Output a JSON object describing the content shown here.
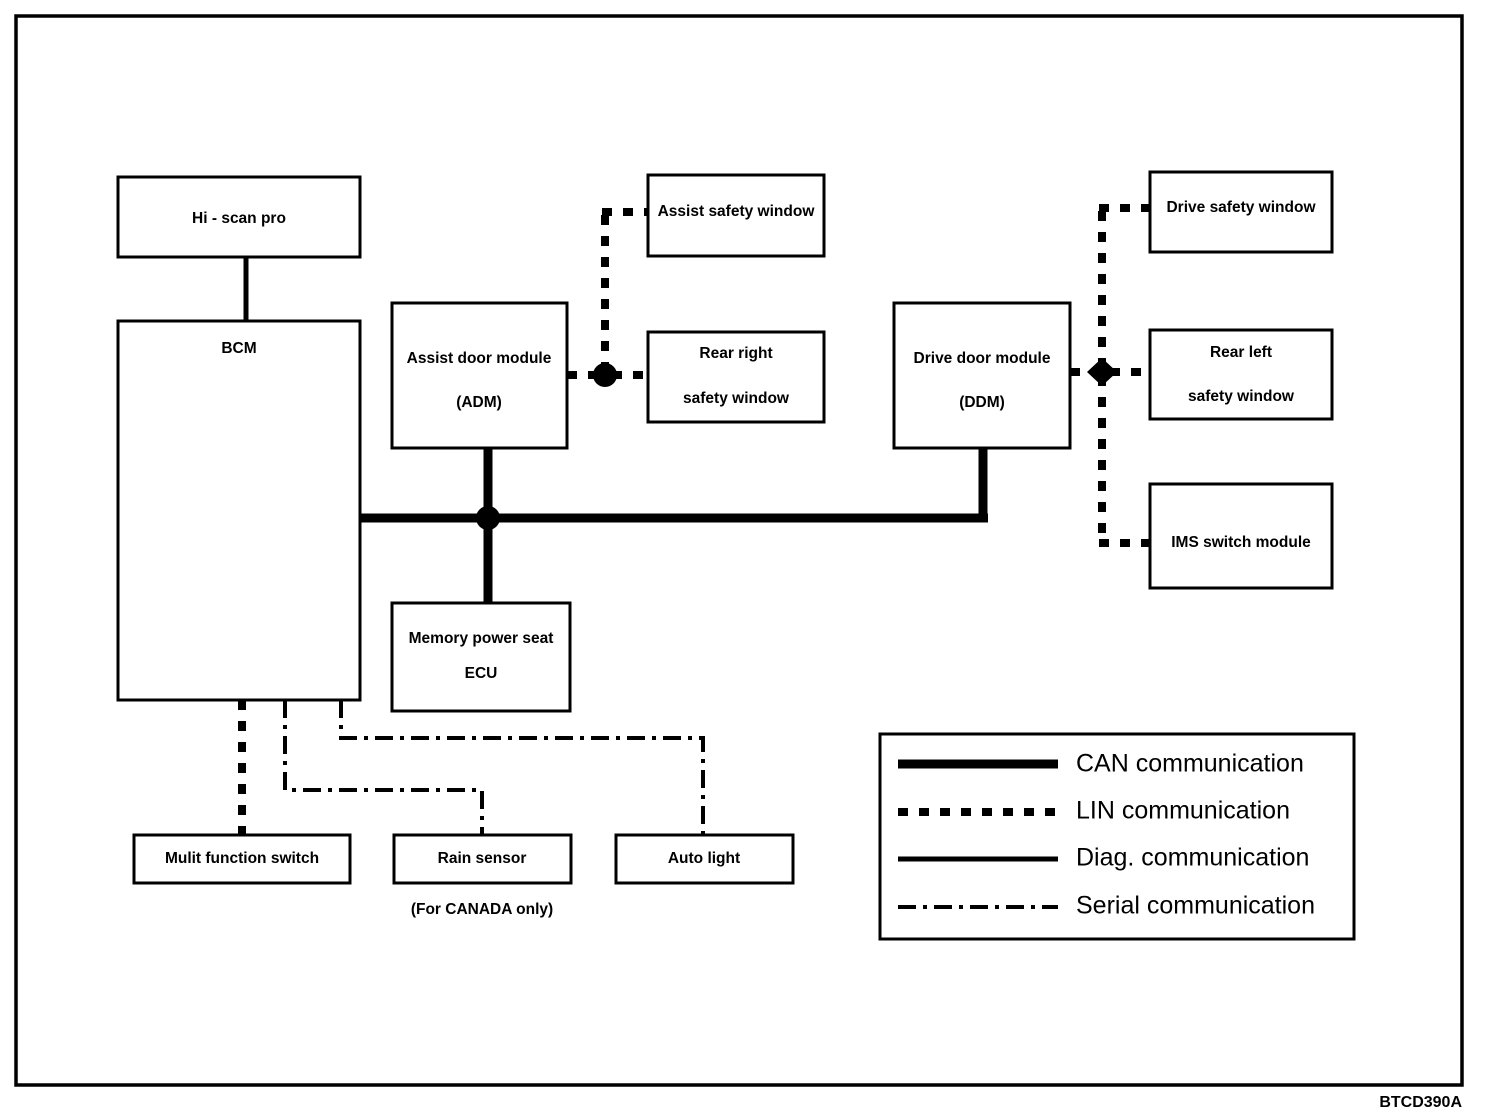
{
  "figure": {
    "code": "BTCD390A",
    "note": "(For CANADA only)"
  },
  "nodes": {
    "hi_scan_pro": {
      "label": "Hi - scan pro"
    },
    "bcm": {
      "label": "BCM"
    },
    "adm": {
      "line1": "Assist door module",
      "line2": "(ADM)"
    },
    "ddm": {
      "line1": "Drive door module",
      "line2": "(DDM)"
    },
    "assist_safety_window": {
      "label": "Assist safety window"
    },
    "rear_right_safety_window": {
      "line1": "Rear right",
      "line2": "safety window"
    },
    "drive_safety_window": {
      "label": "Drive safety window"
    },
    "rear_left_safety_window": {
      "line1": "Rear left",
      "line2": "safety window"
    },
    "ims_switch_module": {
      "label": "IMS switch module"
    },
    "memory_power_seat_ecu": {
      "line1": "Memory power seat",
      "line2": "ECU"
    },
    "multi_function_switch": {
      "label": "Mulit function switch"
    },
    "rain_sensor": {
      "label": "Rain sensor"
    },
    "auto_light": {
      "label": "Auto light"
    }
  },
  "legend": {
    "items": [
      {
        "label": "CAN communication",
        "style": "thick-solid"
      },
      {
        "label": "LIN communication",
        "style": "dotted"
      },
      {
        "label": "Diag. communication",
        "style": "thin-solid"
      },
      {
        "label": "Serial communication",
        "style": "dash-dot"
      }
    ]
  },
  "colors": {
    "line": "#000000",
    "background": "#ffffff",
    "box_fill": "#ffffff"
  }
}
